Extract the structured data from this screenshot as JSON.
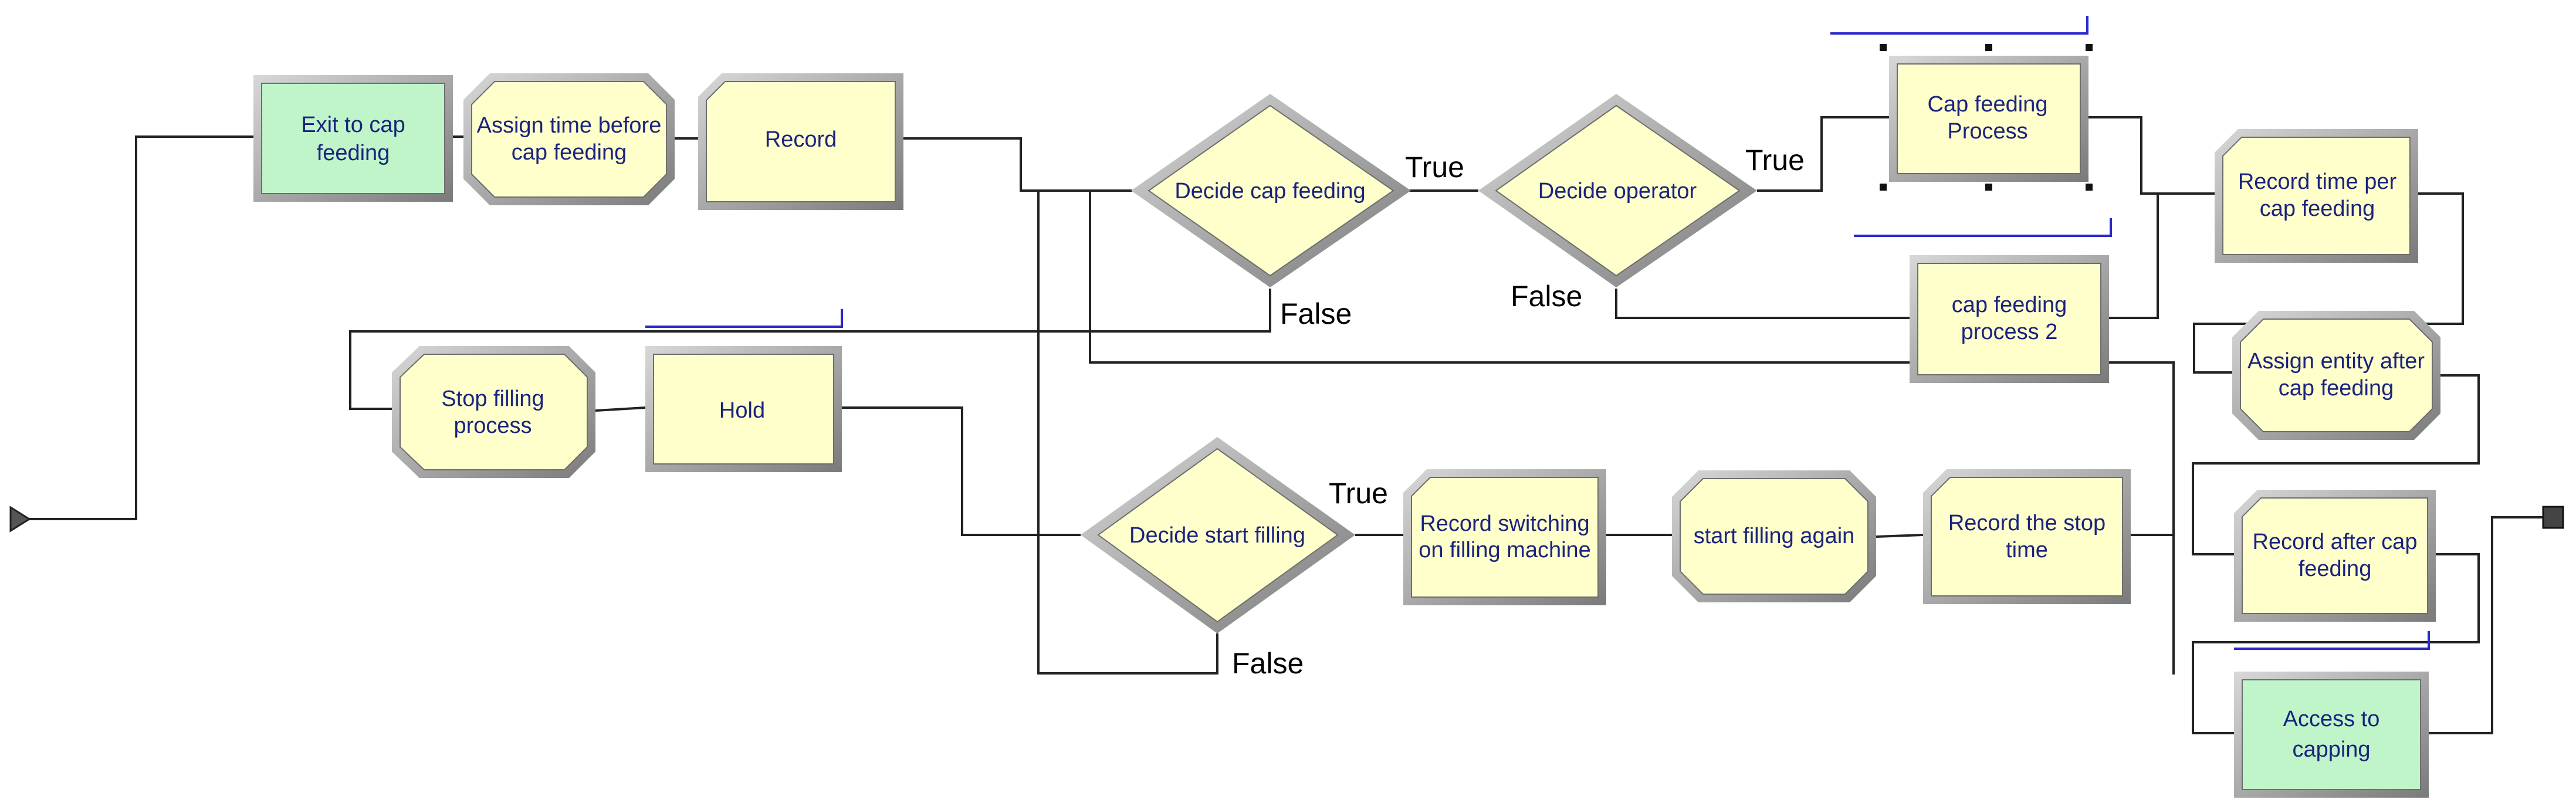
{
  "colors": {
    "module_fill": "#ffffcc",
    "station_fill": "#bff5c8",
    "module_border": "#8c8c8c",
    "wire": "#222222",
    "resource_bar": "#2a2acc",
    "text": "#1a237e"
  },
  "modules": {
    "exit_to_cap_feeding": [
      "Exit to cap",
      "feeding"
    ],
    "assign_time_before": [
      "Assign time before",
      "cap feeding"
    ],
    "record": [
      "Record"
    ],
    "decide_cap_feeding": [
      "Decide cap feeding"
    ],
    "decide_operator": [
      "Decide operator"
    ],
    "cap_feeding_process": [
      "Cap feeding",
      "Process"
    ],
    "cap_feeding_process_2": [
      "cap feeding",
      "process 2"
    ],
    "record_time_per": [
      "Record time per",
      "cap feeding"
    ],
    "assign_entity_after": [
      "Assign entity after",
      "cap feeding"
    ],
    "record_after_cap": [
      "Record after cap",
      "feeding"
    ],
    "access_to_capping": [
      "Access to",
      "capping"
    ],
    "stop_filling_process": [
      "Stop filling",
      "process"
    ],
    "hold": [
      "Hold"
    ],
    "decide_start_filling": [
      "Decide start filling"
    ],
    "record_switching": [
      "Record switching",
      "on filling machine"
    ],
    "start_filling_again": [
      "start filling again"
    ],
    "record_stop_time": [
      "Record the stop",
      "time"
    ]
  },
  "conditions": {
    "cap_true": "True",
    "cap_false": "False",
    "operator_true": "True",
    "operator_false": "False",
    "start_true": "True",
    "start_false": "False"
  }
}
